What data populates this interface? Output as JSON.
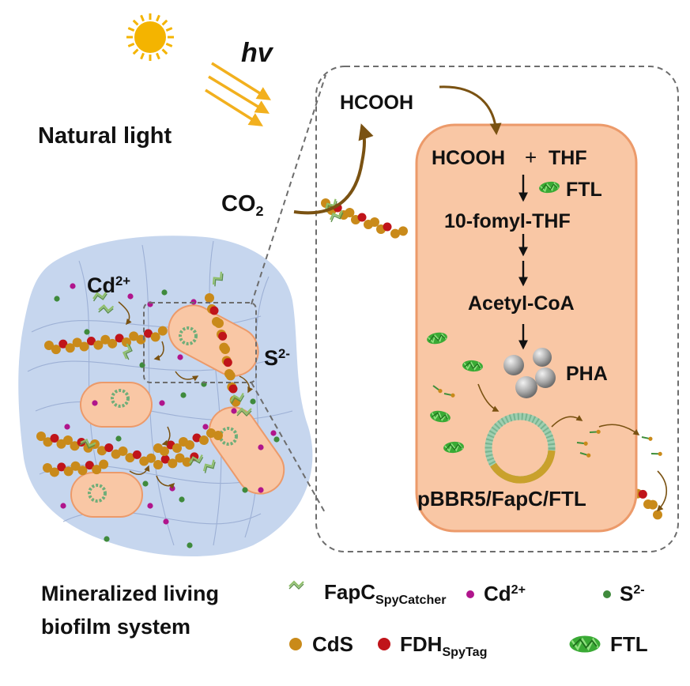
{
  "labels": {
    "hv": "hv",
    "natural_light": "Natural light",
    "co2_main": "CO",
    "co2_sub": "2",
    "hcooh_outside": "HCOOH",
    "cd_main": "Cd",
    "cd_sup": "2+",
    "s_main": "S",
    "s_sup": "2-"
  },
  "pathway": {
    "step1": "HCOOH",
    "plus": "+",
    "step1b": "THF",
    "enzyme": "FTL",
    "step2": "10-fomyl-THF",
    "step3": "Acetyl-CoA",
    "product": "PHA",
    "plasmid": "pBBR5/FapC/FTL"
  },
  "legend": {
    "system_line1": "Mineralized living",
    "system_line2": "biofilm system",
    "fapc_main": "FapC",
    "fapc_sub": "SpyCatcher",
    "cd_main": "Cd",
    "cd_sup": "2+",
    "s_main": "S",
    "s_sup": "2-",
    "cds": "CdS",
    "fdh_main": "FDH",
    "fdh_sub": "SpyTag",
    "ftl": "FTL"
  },
  "colors": {
    "sun": "#f4b400",
    "light_arrow": "#f2b01e",
    "biofilm": "#c6d6ee",
    "cell_fill": "#f9c7a5",
    "cell_stroke": "#ec9a6a",
    "cds": "#c98a1a",
    "fdh": "#c0141a",
    "cd_ion": "#b0158c",
    "s_ion": "#3f8a3c",
    "ftl": "#3aaa35",
    "curve_arrow": "#7a5212",
    "dashed": "#6d6d6d"
  }
}
